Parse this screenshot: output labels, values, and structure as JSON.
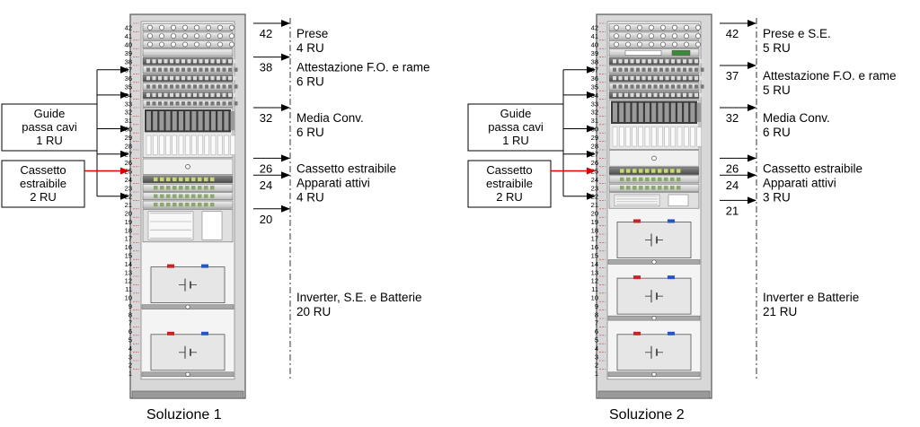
{
  "solutions": [
    {
      "id": "s1",
      "caption": "Soluzione 1",
      "guide_box": {
        "lines": [
          "Guide",
          "passa cavi",
          "1 RU"
        ]
      },
      "cassetto_box": {
        "lines": [
          "Cassetto",
          "estraibile",
          "2 RU"
        ]
      },
      "guide_units": [
        37,
        34,
        30,
        27,
        22
      ],
      "cassetto_unit": 25,
      "markers": [
        42,
        38,
        32,
        26,
        24,
        20
      ],
      "labels": [
        {
          "lines": [
            "Prese",
            "4 RU"
          ]
        },
        {
          "lines": [
            "Attestazione F.O. e rame",
            "6 RU"
          ]
        },
        {
          "lines": [
            "Media Conv.",
            "6 RU"
          ]
        },
        {
          "lines": [
            "Cassetto estraibile",
            "Apparati attivi",
            "4 RU"
          ]
        },
        {
          "lines": [
            "Inverter, S.E. e Batterie",
            "20 RU"
          ]
        }
      ],
      "equipment": {
        "outlet_strips": 3,
        "patch_panels": 6,
        "media_conv": 6,
        "drawer": 2,
        "active": 4,
        "inverter": 1,
        "batteries": 2
      }
    },
    {
      "id": "s2",
      "caption": "Soluzione 2",
      "guide_box": {
        "lines": [
          "Guide",
          "passa cavi",
          "1 RU"
        ]
      },
      "cassetto_box": {
        "lines": [
          "Cassetto",
          "estraibile",
          "2 RU"
        ]
      },
      "guide_units": [
        37,
        34,
        30,
        27,
        22
      ],
      "cassetto_unit": 25,
      "markers": [
        42,
        37,
        32,
        26,
        24,
        21
      ],
      "labels": [
        {
          "lines": [
            "Prese e S.E.",
            "5 RU"
          ]
        },
        {
          "lines": [
            "Attestazione F.O. e rame",
            "5 RU"
          ]
        },
        {
          "lines": [
            "Media Conv.",
            "6 RU"
          ]
        },
        {
          "lines": [
            "Cassetto estraibile",
            "Apparati attivi",
            "3 RU"
          ]
        },
        {
          "lines": [
            "Inverter e Batterie",
            "21 RU"
          ]
        }
      ],
      "equipment": {
        "outlet_strips": 3,
        "patch_panels": 5,
        "media_conv": 6,
        "drawer": 2,
        "active": 3,
        "inverter": 1,
        "batteries": 3
      }
    }
  ],
  "rack_units_total": 42,
  "colors": {
    "arrow_black": "#000000",
    "arrow_red": "#e00000",
    "rack_frame": "#d8d8d8",
    "rack_border": "#555555",
    "equipment_gray": "#bdbdbd",
    "battery_fill": "#e6e6e6",
    "battery_red": "#cc2222",
    "battery_blue": "#2255cc",
    "dash_red": "#d04040"
  }
}
